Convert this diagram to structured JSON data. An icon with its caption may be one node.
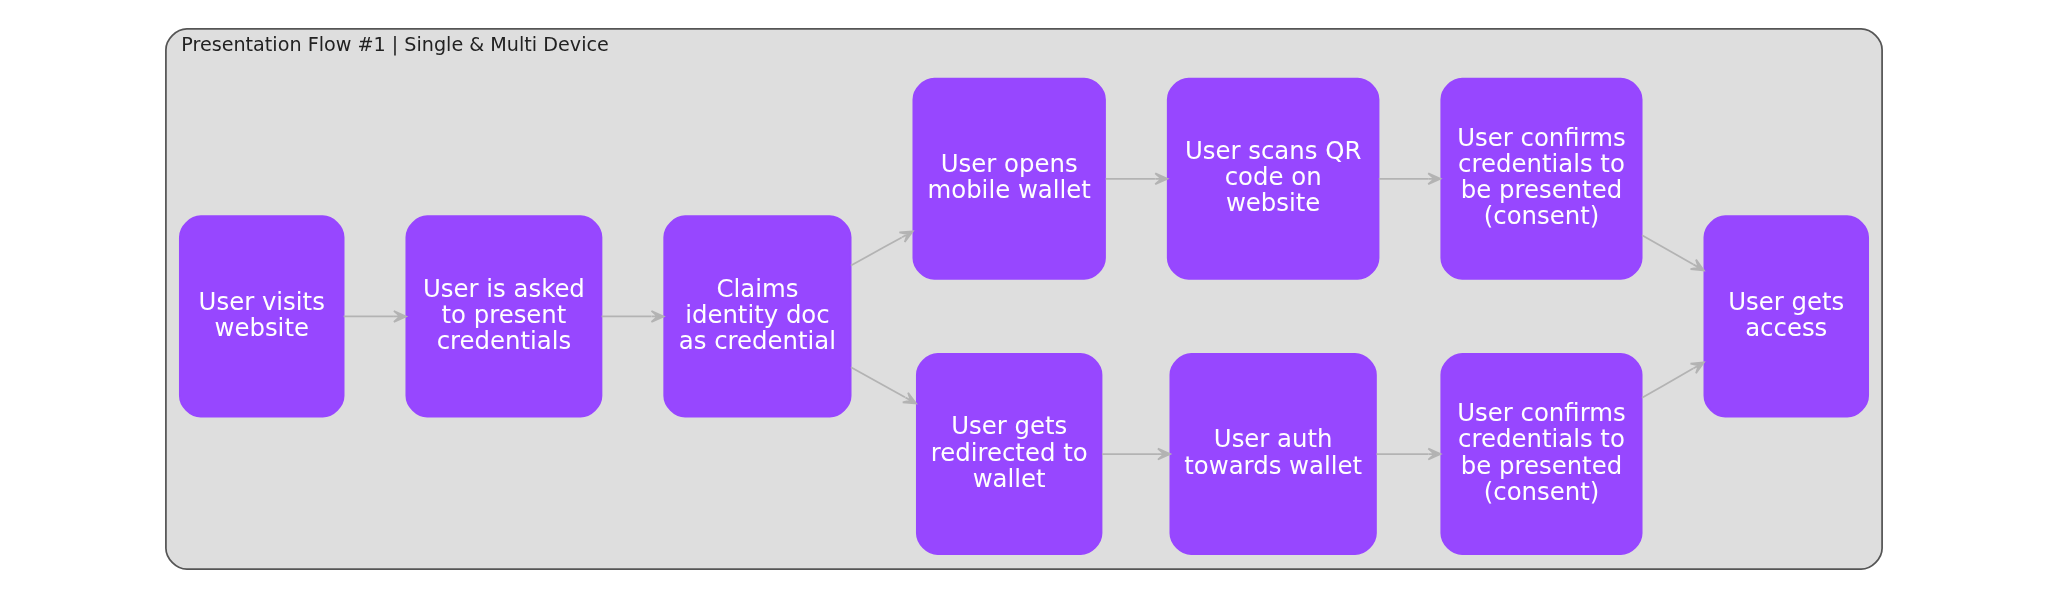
{
  "diagram": {
    "nodes": [
      {
        "text": [
          "Presentation Flow #1 | Single & Multi Device"
        ]
      },
      {
        "text": [
          "User visits website"
        ],
        "in": 0
      },
      {
        "text": [
          "User is asked to present credentials"
        ],
        "in": 0
      },
      {
        "text": [
          "Claims identity doc as credential"
        ],
        "in": 0
      },
      {
        "text": [
          "User gets redirected to wallet"
        ],
        "in": 0
      },
      {
        "text": [
          "User auth towards wallet"
        ],
        "in": 0
      },
      {
        "text": [
          "User confirms credentials to be presented (consent)"
        ],
        "in": 0
      },
      {
        "text": [
          "User gets access"
        ],
        "in": 0
      },
      {
        "text": [
          "User opens mobile wallet"
        ],
        "in": 0
      },
      {
        "text": [
          "User scans QR code on website"
        ],
        "in": 0
      },
      {
        "text": [
          "User confirms credentials to be presented (consent)"
        ],
        "in": 0
      }
    ],
    "edges": [
      {
        "from": 1,
        "to": 2,
        "arrow": "to"
      },
      {
        "from": 2,
        "to": 3,
        "arrow": "to"
      },
      {
        "from": 3,
        "to": 4,
        "arrow": "to"
      },
      {
        "from": 4,
        "to": 5,
        "arrow": "to"
      },
      {
        "from": 5,
        "to": 6,
        "arrow": "to"
      },
      {
        "from": 6,
        "to": 7,
        "arrow": "to"
      },
      {
        "from": 3,
        "to": 8,
        "arrow": "to"
      },
      {
        "from": 8,
        "to": 9,
        "arrow": "to"
      },
      {
        "from": 9,
        "to": 10,
        "arrow": "to"
      },
      {
        "from": 10,
        "to": 7,
        "arrow": "to"
      }
    ]
  }
}
